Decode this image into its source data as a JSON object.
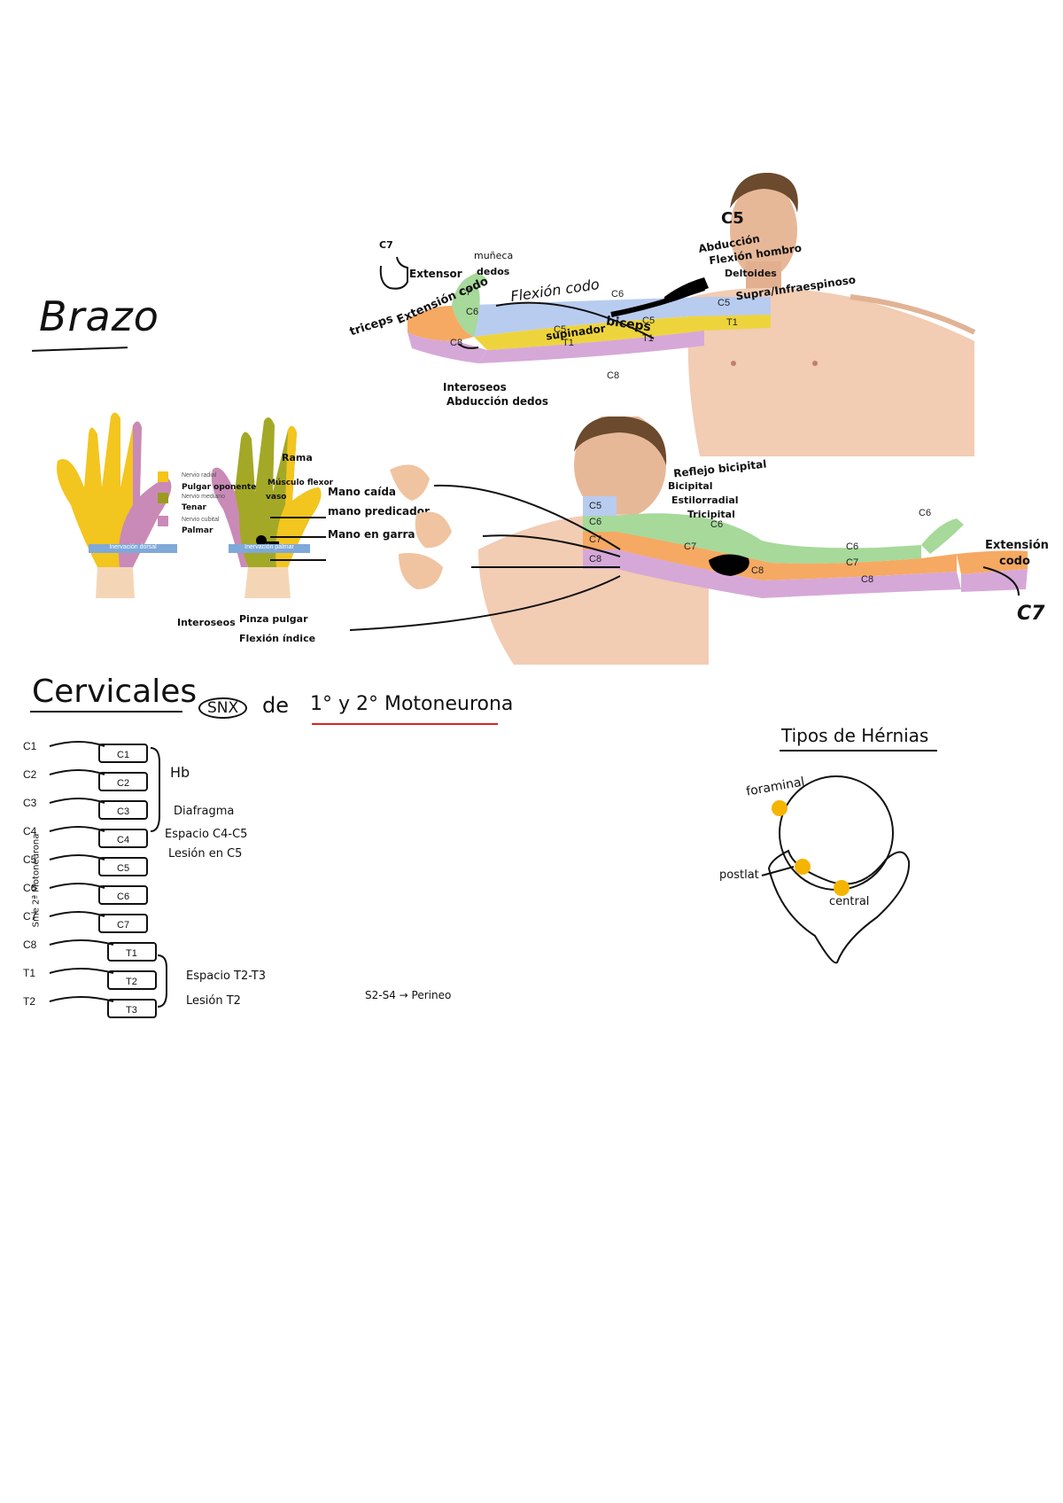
{
  "brazo": {
    "title": "Brazo"
  },
  "arm_top": {
    "labels": {
      "c5a": "C5",
      "c6a": "C6",
      "c5b": "C5",
      "c6b": "C6",
      "c7": "C7",
      "c5c": "C5",
      "t1a": "T1",
      "t1b": "T1",
      "t1c": "T1",
      "c8a": "C8",
      "c8b": "C8",
      "c5d": "C5"
    },
    "notes": {
      "c5_top": "C5",
      "flexion_codo": "Flexión codo",
      "triceps": "triceps",
      "ext_codo": "Extensión codo",
      "c7_small": "C7",
      "extensor_dedos": "Extensor",
      "extensor_dedos_2": "dedos",
      "muneca": "muñeca",
      "supinador": "supinador",
      "biceps": "biceps",
      "interoseos": "Interoseos",
      "abd_dedos": "Abducción dedos",
      "abduccion": "Abducción",
      "flex_hombro": "Flexión hombro",
      "deltoides": "Deltoides",
      "supra": "Supra/Infraespinoso"
    }
  },
  "hands": {
    "legend": [
      {
        "label": "Nervio radial",
        "color": "#f5c518"
      },
      {
        "label": "Nervio mediano",
        "color": "#9a9a1e"
      },
      {
        "label": "Nervio cubital",
        "color": "#c98ab8"
      }
    ],
    "notes": {
      "n1": "Pulgar oponente",
      "n2": "Músculo flexor",
      "n3": "Tenar",
      "n4": "Palmar",
      "n5": "Mano caída",
      "n6": "mano predicador",
      "n7": "Mano en garra",
      "n8": "Interoseos",
      "n9": "Pinza pulgar",
      "n10": "Flexión índice",
      "n11": "vaso",
      "n12": "Rama"
    },
    "captions": {
      "left": "Inervación dorsal",
      "right": "Inervación palmar"
    }
  },
  "arm_back": {
    "labels": {
      "c5": "C5",
      "c6": "C6",
      "c7": "C7",
      "c8": "C8",
      "c6b": "C6",
      "c7b": "C7",
      "c8b": "C8",
      "c6c": "C6",
      "c7c": "C7",
      "c8c": "C8",
      "c6d": "C6"
    },
    "notes": {
      "reflejo": "Reflejo bicipital",
      "bicipital": "Bicipital",
      "estilorradial": "Estilorradial",
      "tricipital": "Tricipital",
      "ext": "Extensión",
      "codo": "codo",
      "c7": "C7"
    }
  },
  "cervicales": {
    "title": "Cervicales",
    "snx": "SNX",
    "de": "de",
    "neuron": "1° y 2° Motoneurona",
    "vert": [
      "C1",
      "C2",
      "C3",
      "C4",
      "C5",
      "C6",
      "C7",
      "T1",
      "T2",
      "T3"
    ],
    "nerves": [
      "C1",
      "C2",
      "C3",
      "C4",
      "C5",
      "C6",
      "C7",
      "C8",
      "T1",
      "T2"
    ],
    "notes": {
      "hl": "Hb",
      "diafragma": "Diafragma",
      "espacio_c4": "Espacio C4-C5",
      "lesion_c5": "Lesión en C5",
      "espacio_t2": "Espacio T2-T3",
      "lesion_t2": "Lesión T2",
      "side": "Sme 2ª Motoneurona",
      "perineo": "S2-S4 → Perineo"
    }
  },
  "hernias": {
    "title": "Tipos de Hérnias",
    "labels": {
      "foraminal": "foraminal",
      "postlat": "postlat",
      "central": "central"
    },
    "dot_color": "#f5b400"
  }
}
